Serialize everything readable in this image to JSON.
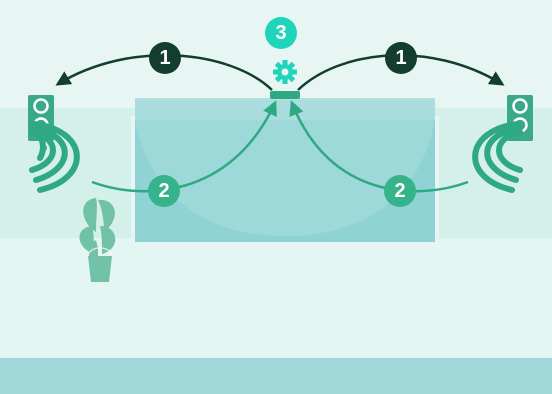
{
  "diagram": {
    "steps": [
      {
        "label": "1"
      },
      {
        "label": "2"
      },
      {
        "label": "3"
      }
    ],
    "colors": {
      "wall_top": "#e7f6f3",
      "wall_mid": "#d5efe9",
      "wall_low": "#e3f6f3",
      "floor": "#9fd8d8",
      "tv_frame": "#e6f6f4",
      "tv_screen": "#8fd3d5",
      "beam": "#a6dcdc",
      "speaker_body": "#3aa98a",
      "wave": "#2fa982",
      "arrow_green": "#2fa982",
      "arrow_dark": "#133d2f",
      "badge_dark": "#133d2f",
      "badge_green": "#35b38a",
      "badge_cyan": "#1fd4bb",
      "gear": "#1fd4bb",
      "plant": "#5fb99a"
    },
    "icons": [
      "left-speaker-icon",
      "right-speaker-icon",
      "gear-icon",
      "plant-icon",
      "soundbar-icon"
    ]
  }
}
